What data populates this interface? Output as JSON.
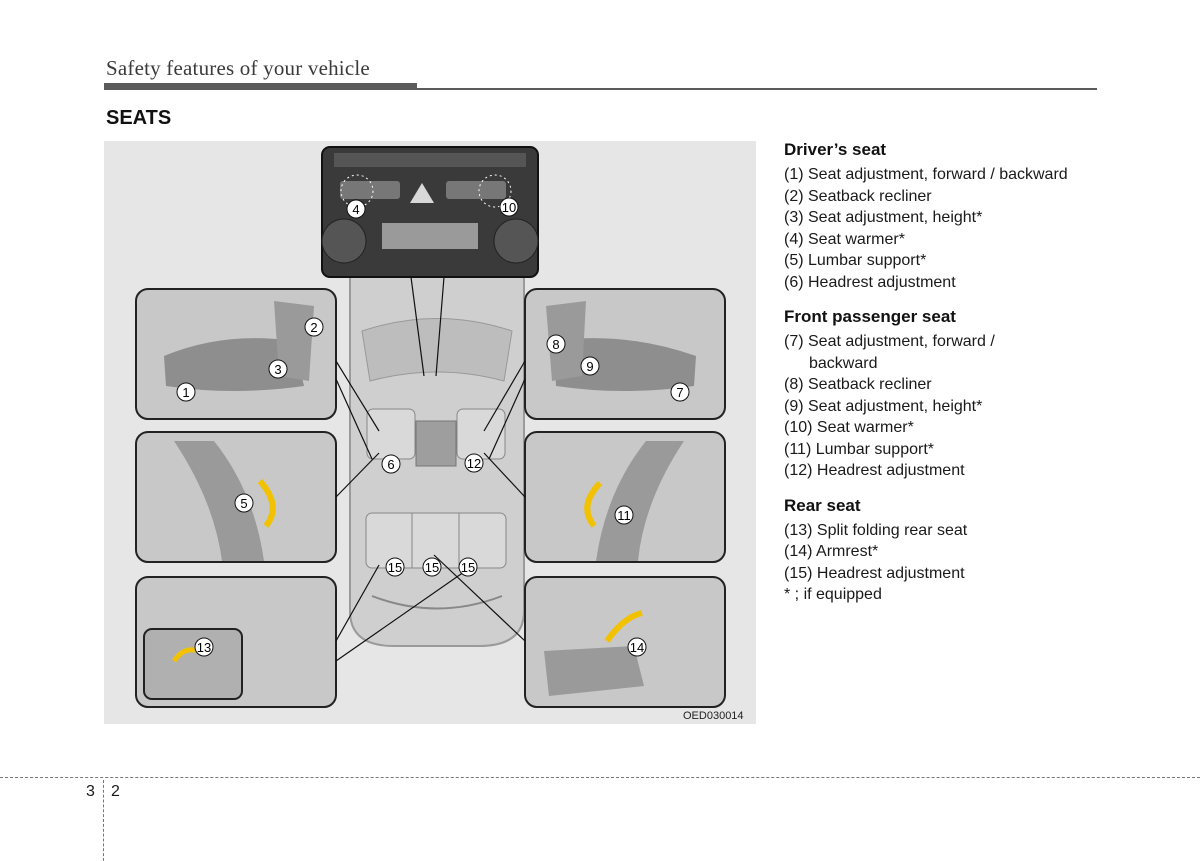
{
  "header": {
    "title": "Safety features of your vehicle"
  },
  "section": {
    "title": "SEATS"
  },
  "figure": {
    "code": "OED030014",
    "callouts": {
      "c1": "1",
      "c2": "2",
      "c3": "3",
      "c4": "4",
      "c5": "5",
      "c6": "6",
      "c7": "7",
      "c8": "8",
      "c9": "9",
      "c10": "10",
      "c11": "11",
      "c12": "12",
      "c13": "13",
      "c14": "14",
      "c15a": "15",
      "c15b": "15",
      "c15c": "15"
    }
  },
  "drivers_seat": {
    "heading": "Driver’s seat",
    "items": [
      "(1) Seat adjustment, forward / backward",
      "(2) Seatback recliner",
      "(3) Seat adjustment, height*",
      "(4) Seat warmer*",
      "(5) Lumbar support*",
      "(6) Headrest adjustment"
    ]
  },
  "passenger_seat": {
    "heading": "Front passenger seat",
    "items": [
      "(7) Seat adjustment, forward / backward",
      "(8) Seatback recliner",
      "(9) Seat adjustment, height*",
      "(10) Seat warmer*",
      "(11) Lumbar support*",
      "(12) Headrest adjustment"
    ]
  },
  "rear_seat": {
    "heading": "Rear seat",
    "items": [
      "(13) Split folding rear seat",
      "(14) Armrest*",
      "(15) Headrest adjustment",
      "* ; if equipped"
    ]
  },
  "footer": {
    "section": "3",
    "page": "2"
  },
  "colors": {
    "rule": "#5b5b5b",
    "figure_bg": "#e6e6e6",
    "arrow": "#f2c200"
  }
}
